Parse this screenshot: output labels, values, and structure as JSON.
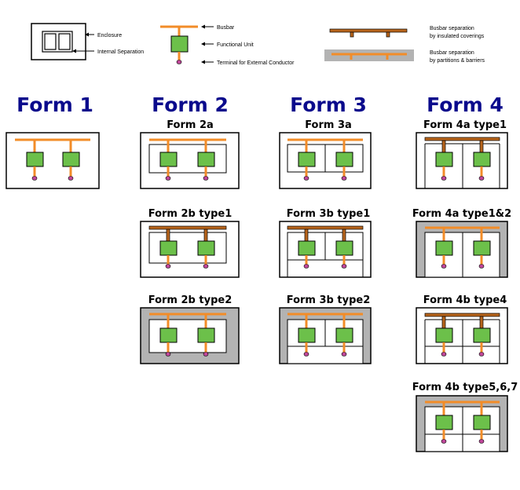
{
  "legend": {
    "enclosure": "Enclosure",
    "internal_separation": "Internal Separation",
    "busbar": "Busbar",
    "functional_unit": "Functional Unit",
    "terminal": "Terminal for External Conductor",
    "sep_coverings_1": "Busbar separation",
    "sep_coverings_2": "by insulated coverings",
    "sep_partitions_1": "Busbar separation",
    "sep_partitions_2": "by partitions & barriers"
  },
  "headings": {
    "form1": "Form 1",
    "form2": "Form 2",
    "form3": "Form 3",
    "form4": "Form 4"
  },
  "labels": {
    "f2a": "Form 2a",
    "f3a": "Form 3a",
    "f4a1": "Form 4a type1",
    "f2b1": "Form 2b type1",
    "f3b1": "Form 3b type1",
    "f4a12": "Form 4a type1&2",
    "f2b2": "Form 2b type2",
    "f3b2": "Form 3b type2",
    "f4b4": "Form 4b type4",
    "f4b567": "Form 4b type5,6,7"
  },
  "colors": {
    "busbar": "#f28c28",
    "covered_busbar": "#b8651c",
    "functional_unit": "#6cc04a",
    "terminal": "#c0479a",
    "barrier_fill": "#b3b3b3",
    "enclosure_fill": "#ffffff",
    "heading": "#0a0a8c"
  }
}
